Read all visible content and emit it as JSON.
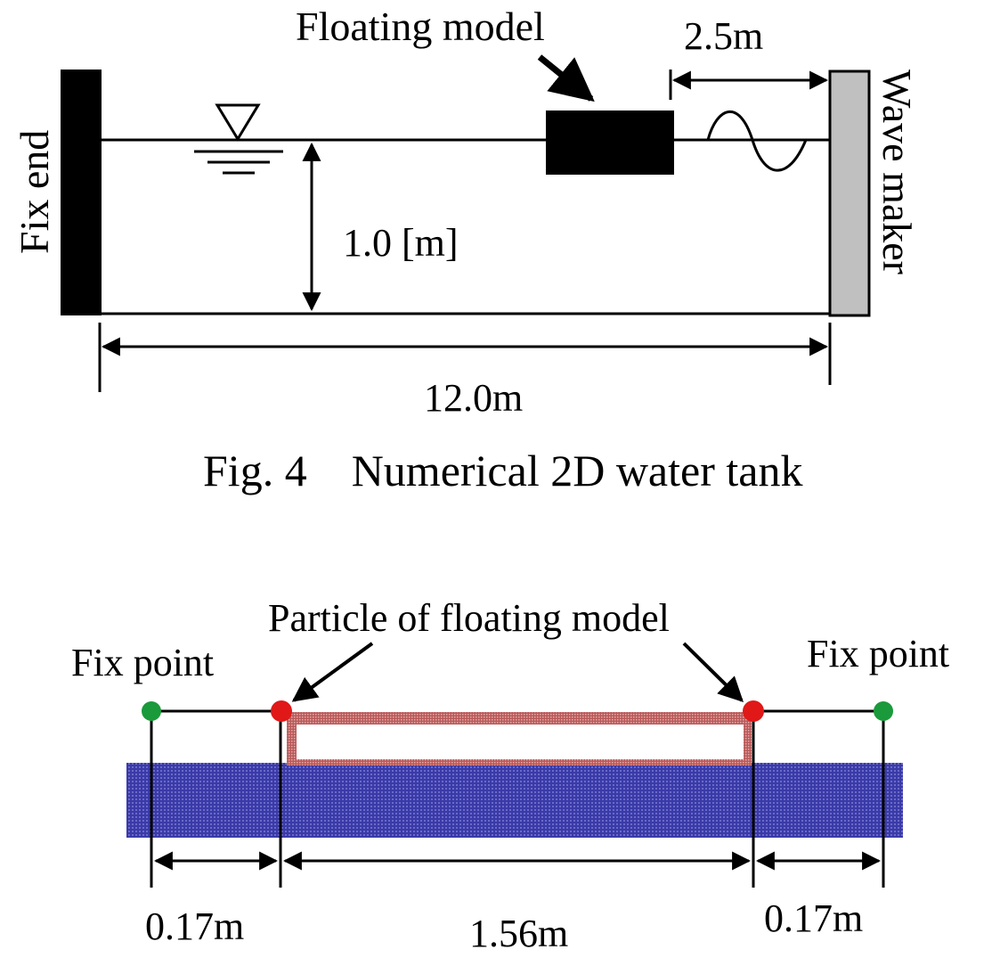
{
  "figure_top": {
    "labels": {
      "floating_model": "Floating model",
      "wave_length": "2.5m",
      "fix_end": "Fix end",
      "wave_maker": "Wave maker",
      "depth": "1.0 [m]",
      "tank_length": "12.0m"
    },
    "caption": "Fig. 4    Numerical 2D water tank"
  },
  "figure_bottom": {
    "labels": {
      "particle": "Particle of floating model",
      "fix_point_left": "Fix point",
      "fix_point_right": "Fix point",
      "dim_left": "0.17m",
      "dim_center": "1.56m",
      "dim_right": "0.17m"
    }
  },
  "colors": {
    "wall_fix": "#000000",
    "wall_wavemaker": "#c0c0c0",
    "water_particles": "#4a4ab0",
    "model_particles": "#c87070",
    "fix_point": "#1a9a3a",
    "model_endpoint": "#e01818"
  }
}
